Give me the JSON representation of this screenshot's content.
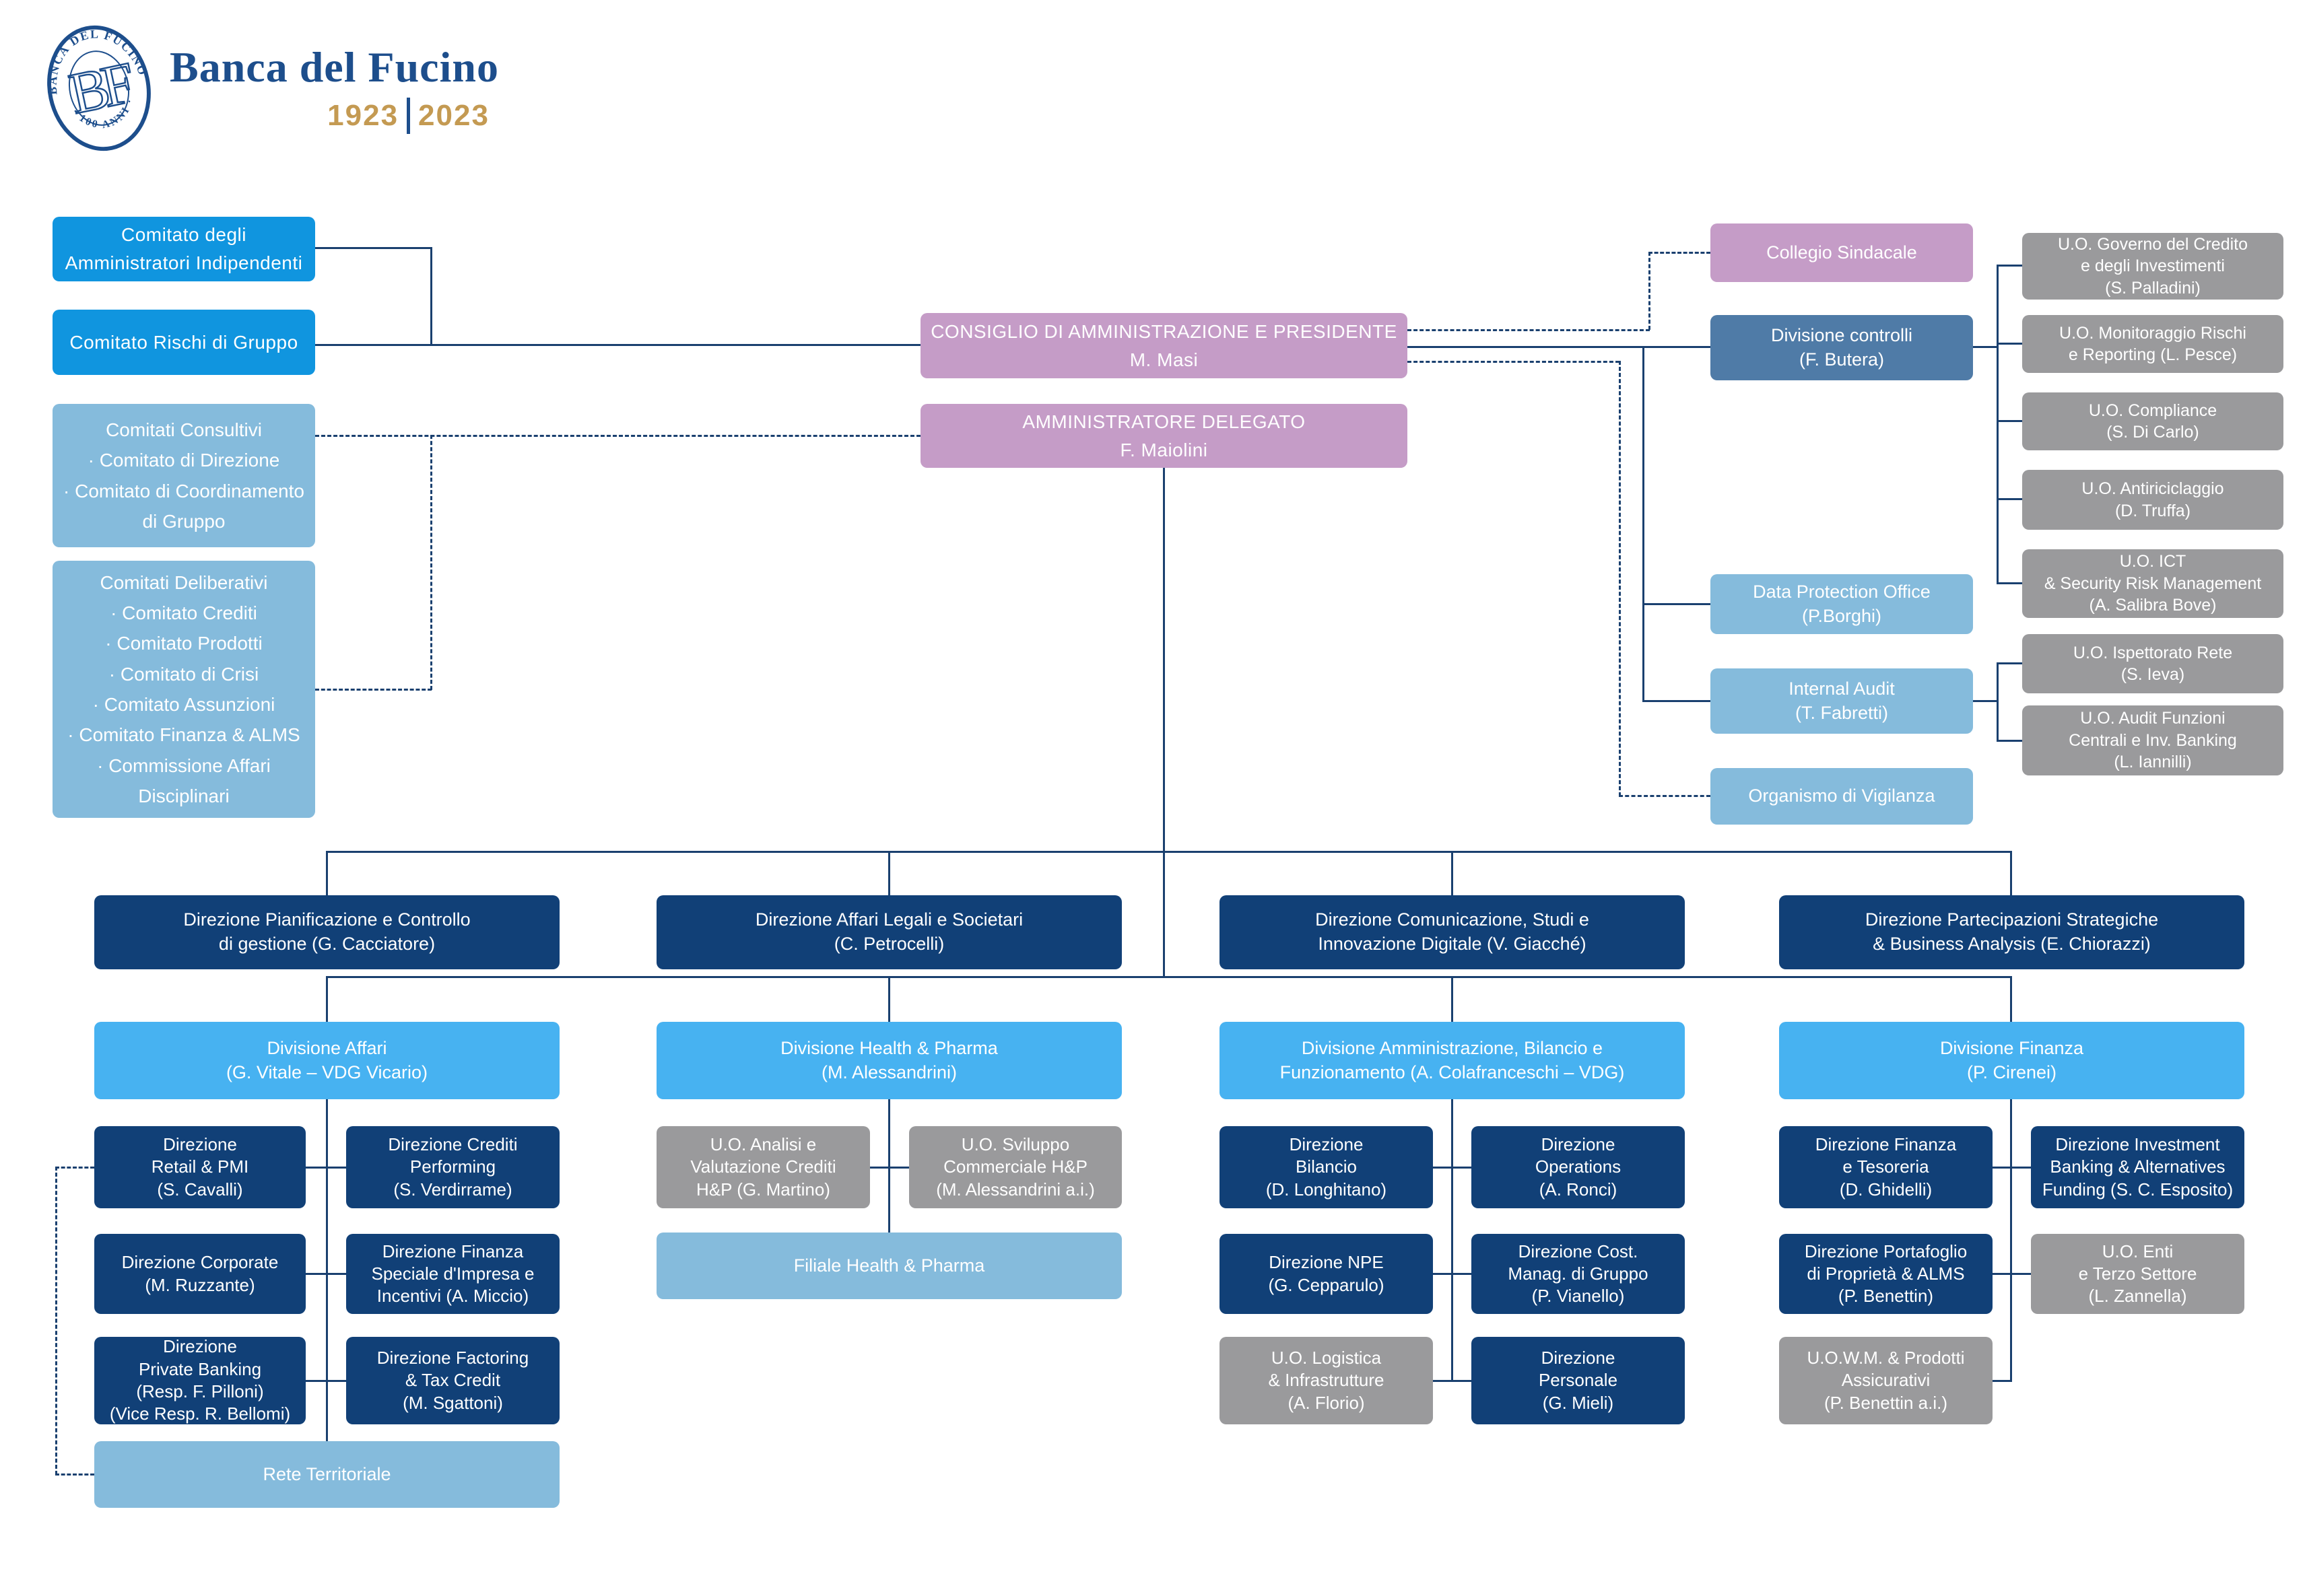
{
  "brand": {
    "name": "Banca del Fucino",
    "seal_top": "BANCA DEL FUCINO",
    "seal_bottom": "100 ANNI",
    "seal_monogram": "BF",
    "years_left": "1923",
    "years_right": "2023"
  },
  "colors": {
    "navy": "#114077",
    "bright": "#1095DF",
    "light": "#85BBDC",
    "sky": "#47B2F1",
    "steel": "#4F7BA7",
    "gray": "#9A9A9C",
    "mauve": "#C59CC7",
    "line": "#1A406F",
    "brandnavy": "#1D4E8C",
    "gold": "#C49A52"
  },
  "nodes": {
    "comitato_indipendenti": "Comitato degli\nAmministratori Indipendenti",
    "comitato_rischi": "Comitato Rischi di Gruppo",
    "comitati_consultivi": "Comitati Consultivi\n· Comitato di Direzione\n· Comitato di Coordinamento\ndi Gruppo",
    "comitati_deliberativi": "Comitati Deliberativi\n· Comitato Crediti\n· Comitato Prodotti\n· Comitato di Crisi\n· Comitato Assunzioni\n· Comitato Finanza & ALMS\n· Commissione Affari\nDisciplinari",
    "consiglio": "CONSIGLIO DI AMMINISTRAZIONE E PRESIDENTE\nM. Masi",
    "amministratore_delegato": "AMMINISTRATORE DELEGATO\nF. Maiolini",
    "collegio_sindacale": "Collegio Sindacale",
    "divisione_controlli": "Divisione controlli\n(F. Butera)",
    "data_protection_office": "Data Protection Office\n(P.Borghi)",
    "internal_audit": "Internal Audit\n(T. Fabretti)",
    "organismo_vigilanza": "Organismo di Vigilanza",
    "uo_governo_credito": "U.O. Governo del Credito\ne degli Investimenti\n(S. Palladini)",
    "uo_monitoraggio_rischi": "U.O. Monitoraggio Rischi\ne Reporting (L. Pesce)",
    "uo_compliance": "U.O. Compliance\n(S. Di Carlo)",
    "uo_antiriciclaggio": "U.O. Antiriciclaggio\n(D. Truffa)",
    "uo_ict": "U.O. ICT\n& Security Risk Management\n(A. Salibra Bove)",
    "uo_ispettorato_rete": "U.O. Ispettorato Rete\n(S. Ieva)",
    "uo_audit_funzioni": "U.O. Audit Funzioni\nCentrali e Inv. Banking\n(L. Iannilli)",
    "dir_pianificazione": "Direzione Pianificazione e Controllo\ndi gestione (G. Cacciatore)",
    "dir_affari_legali": "Direzione Affari Legali e Societari\n(C. Petrocelli)",
    "dir_comunicazione": "Direzione Comunicazione, Studi e\nInnovazione Digitale (V. Giacché)",
    "dir_partecipazioni": "Direzione Partecipazioni Strategiche\n& Business Analysis (E. Chiorazzi)",
    "div_affari": "Divisione Affari\n(G. Vitale – VDG Vicario)",
    "div_health_pharma": "Divisione Health & Pharma\n(M. Alessandrini)",
    "div_amministrazione": "Divisione Amministrazione, Bilancio e\nFunzionamento (A. Colafranceschi – VDG)",
    "div_finanza": "Divisione Finanza\n(P. Cirenei)",
    "dir_retail": "Direzione\nRetail & PMI\n(S. Cavalli)",
    "dir_crediti_performing": "Direzione Crediti\nPerforming\n(S. Verdirrame)",
    "dir_corporate": "Direzione Corporate\n(M. Ruzzante)",
    "dir_finanza_speciale": "Direzione Finanza\nSpeciale d'Impresa e\nIncentivi (A. Miccio)",
    "dir_private_banking": "Direzione\nPrivate Banking\n(Resp. F. Pilloni)\n(Vice Resp. R. Bellomi)",
    "dir_factoring": "Direzione Factoring\n& Tax Credit\n(M. Sgattoni)",
    "rete_territoriale": "Rete Territoriale",
    "uo_analisi_crediti": "U.O. Analisi e\nValutazione Crediti\nH&P (G. Martino)",
    "uo_sviluppo_commerciale": "U.O. Sviluppo\nCommerciale H&P\n(M. Alessandrini a.i.)",
    "filiale_health_pharma": "Filiale Health & Pharma",
    "dir_bilancio": "Direzione\nBilancio\n(D. Longhitano)",
    "dir_operations": "Direzione\nOperations\n(A. Ronci)",
    "dir_npe": "Direzione NPE\n(G. Cepparulo)",
    "dir_cost_manag": "Direzione Cost.\nManag. di Gruppo\n(P. Vianello)",
    "uo_logistica": "U.O. Logistica\n& Infrastrutture\n(A. Florio)",
    "dir_personale": "Direzione\nPersonale\n(G. Mieli)",
    "dir_finanza_tesoreria": "Direzione Finanza\ne Tesoreria\n(D. Ghidelli)",
    "dir_investment_banking": "Direzione Investment\nBanking & Alternatives\nFunding (S. C. Esposito)",
    "dir_portafoglio": "Direzione Portafoglio\ndi Proprietà & ALMS\n(P. Benettin)",
    "uo_enti_terzo_settore": "U.O. Enti\ne Terzo Settore\n(L. Zannella)",
    "uo_wm_prodotti": "U.O.W.M. & Prodotti\nAssicurativi\n(P. Benettin a.i.)"
  }
}
